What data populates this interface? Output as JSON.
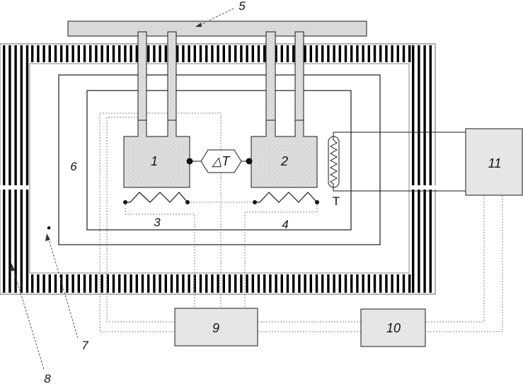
{
  "labels": {
    "block1": "1",
    "block2": "2",
    "heater3": "3",
    "heater4": "4",
    "plate5": "5",
    "layer6": "6",
    "layer7": "7",
    "layer8": "8",
    "unit9": "9",
    "unit10": "10",
    "unit11": "11",
    "delta_t": "△T",
    "thermometer": "T"
  },
  "colors": {
    "line": "#1a1a1a",
    "stripe": "#000000",
    "block_fill": "#dcdcdc",
    "unit_fill": "#e6e6e6",
    "dashed": "#8a8a8a"
  }
}
